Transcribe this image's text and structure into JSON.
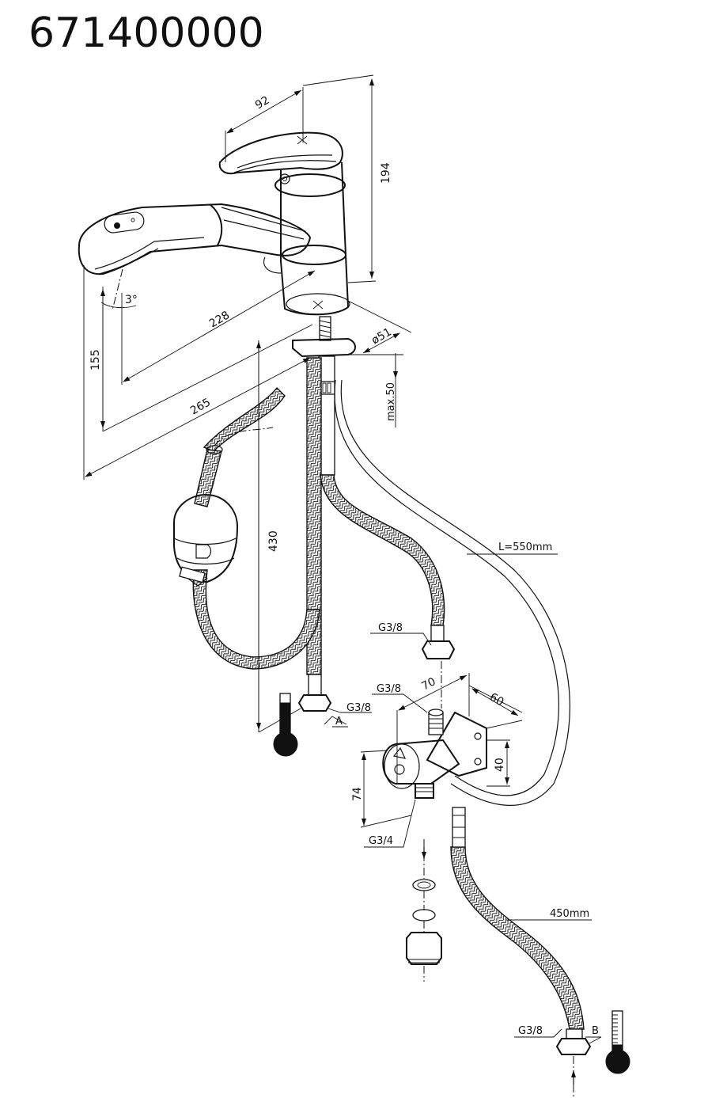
{
  "title": "671400000",
  "dimensions": {
    "lever_length": "92",
    "total_height": "194",
    "spout_tilt": "3°",
    "spout_height": "155",
    "spout_reach": "228",
    "overall_reach": "265",
    "base_diameter": "ø51",
    "max_countertop": "max.50",
    "connector_length": "430",
    "pullout_hose_length": "L=550mm",
    "supply_hose_length": "450mm",
    "valve_width": "70",
    "valve_depth": "60",
    "valve_bracket_height": "40",
    "valve_height": "74"
  },
  "threads": {
    "hot_inlet": "G3/8",
    "cold_outlet_hose": "G3/8",
    "valve_top": "G3/8",
    "valve_bottom": "G3/4",
    "cold_inlet": "G3/8"
  },
  "connection_labels": {
    "hot": "A",
    "cold": "B"
  }
}
